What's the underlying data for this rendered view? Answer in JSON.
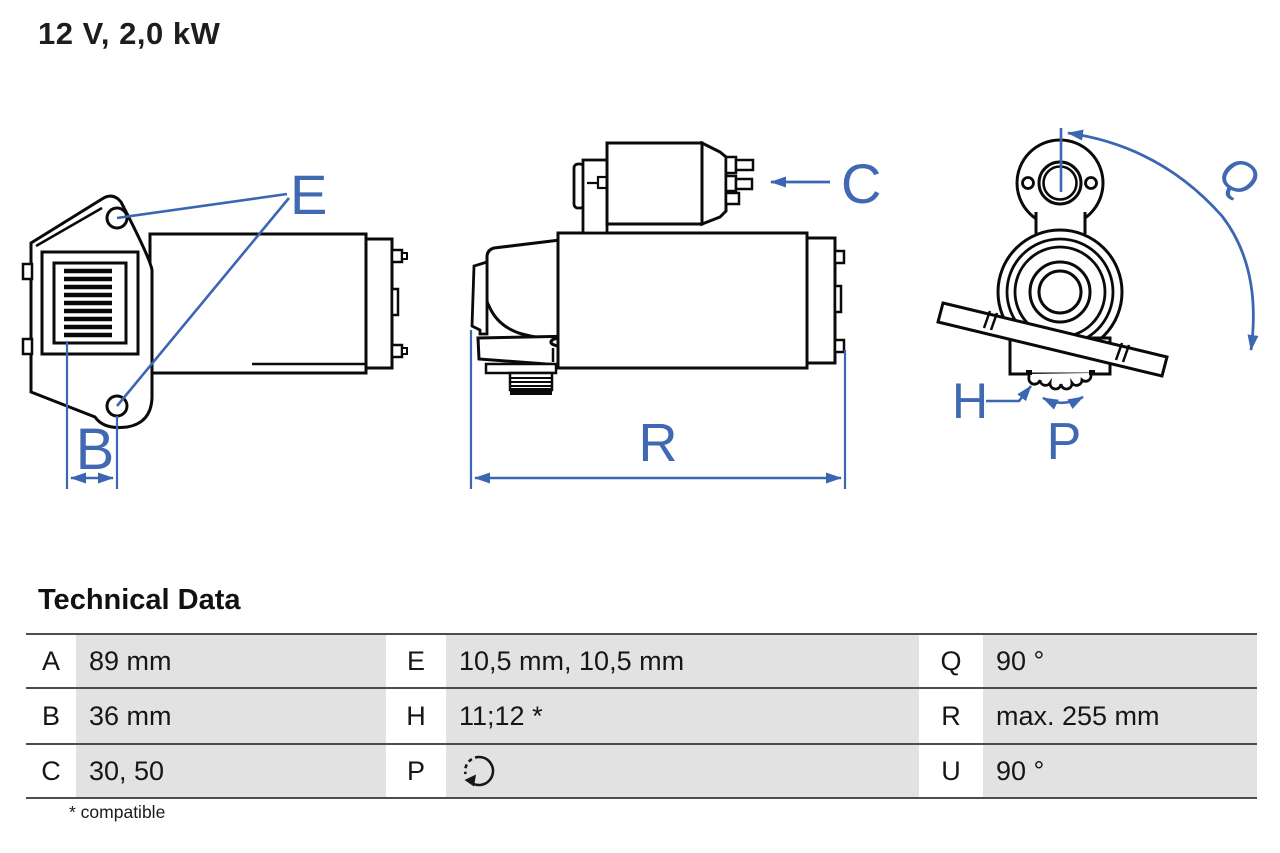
{
  "header": {
    "title": "12 V, 2,0 kW"
  },
  "diagram": {
    "description_views": [
      "front-flange-view",
      "side-view",
      "drive-end-view"
    ],
    "accent_color": "#3b66b2",
    "outline_color": "#0a0a0a",
    "labels": {
      "E": "E",
      "B": "B",
      "C": "C",
      "R": "R",
      "Q": "Q",
      "H": "H",
      "P": "P"
    }
  },
  "technical_data": {
    "heading": "Technical Data",
    "columns": [
      {
        "rows": [
          {
            "key": "A",
            "value": "89 mm"
          },
          {
            "key": "B",
            "value": "36 mm"
          },
          {
            "key": "C",
            "value": "30, 50"
          }
        ]
      },
      {
        "rows": [
          {
            "key": "E",
            "value": "10,5 mm, 10,5 mm"
          },
          {
            "key": "H",
            "value": "11;12 *"
          },
          {
            "key": "P",
            "value": "",
            "value_icon": "counterclockwise-rotation-icon"
          }
        ]
      },
      {
        "rows": [
          {
            "key": "Q",
            "value": "90 °"
          },
          {
            "key": "R",
            "value": "max. 255 mm"
          },
          {
            "key": "U",
            "value": "90 °"
          }
        ]
      }
    ],
    "footnote": "* compatible",
    "value_cell_bg": "#e2e2e2",
    "rule_color": "#4d4d4d"
  }
}
